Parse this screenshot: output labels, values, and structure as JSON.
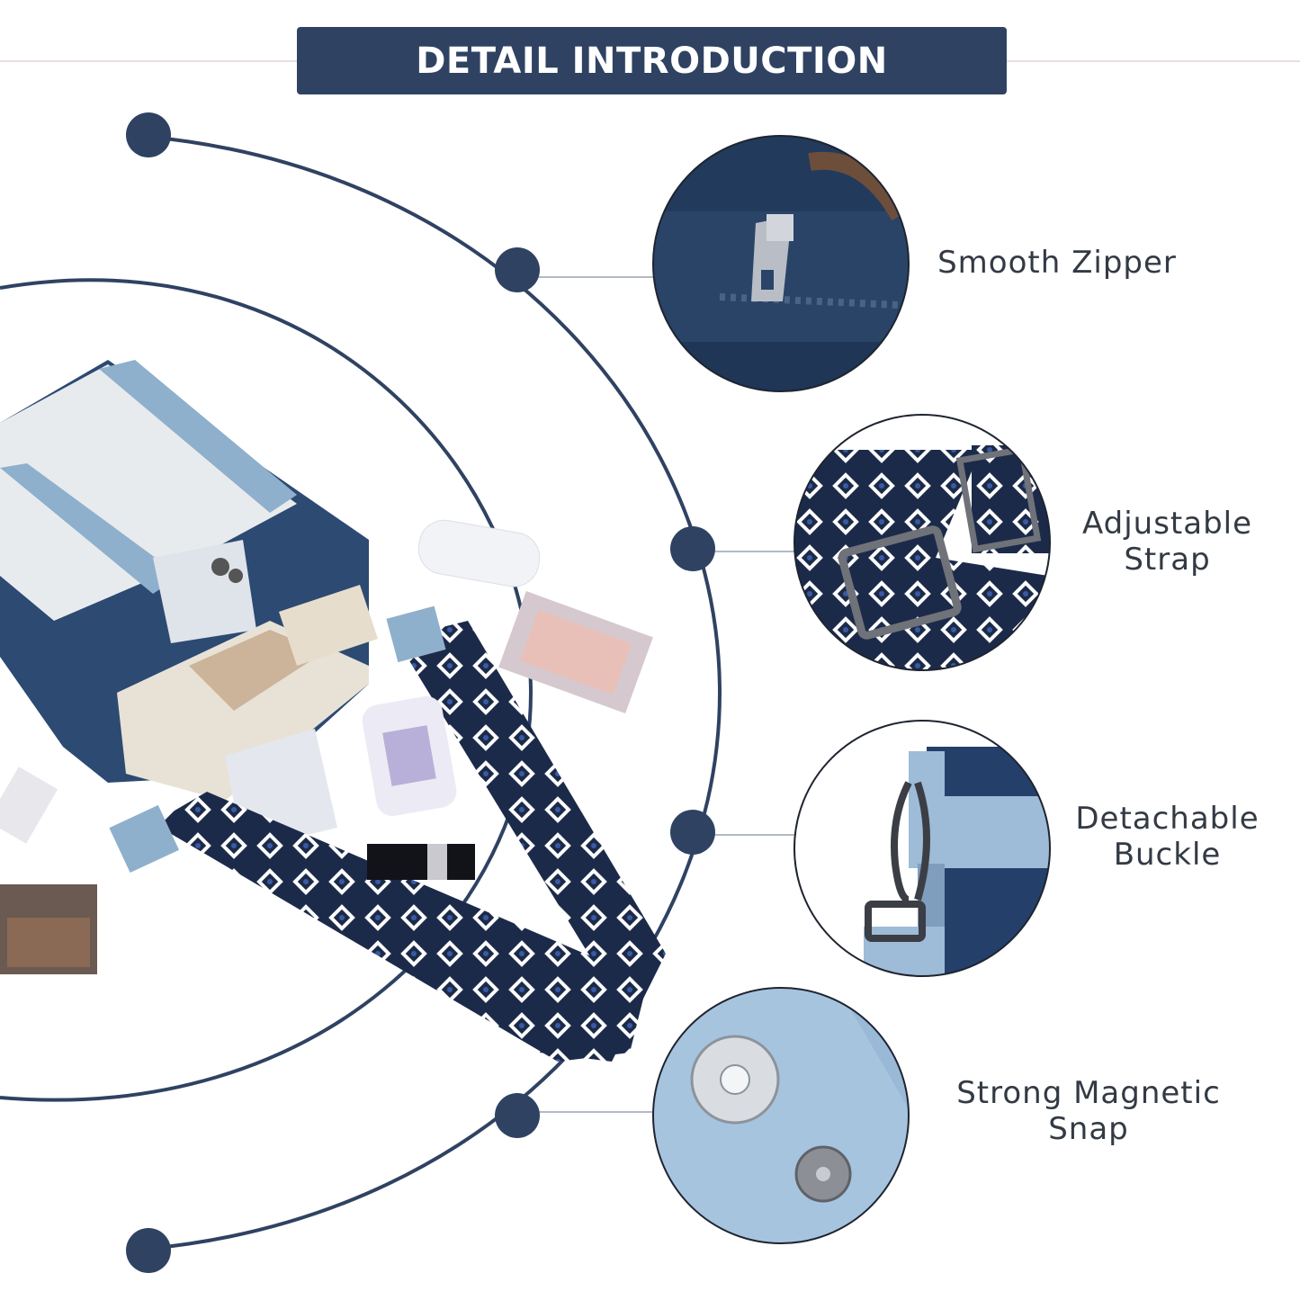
{
  "header": {
    "title": "DETAIL INTRODUCTION"
  },
  "features": [
    {
      "line1": "Smooth Zipper",
      "line2": ""
    },
    {
      "line1": "Adjustable",
      "line2": "Strap"
    },
    {
      "line1": "Detachable",
      "line2": "Buckle"
    },
    {
      "line1": "Strong Magnetic",
      "line2": "Snap"
    }
  ],
  "colors": {
    "navy": "#2f4262",
    "label_text": "#333a44",
    "light_blue": "#8fb0cc"
  },
  "icons": [
    "zipper-pull-icon",
    "strap-buckle-icon",
    "carabiner-icon",
    "magnetic-snap-icon"
  ]
}
